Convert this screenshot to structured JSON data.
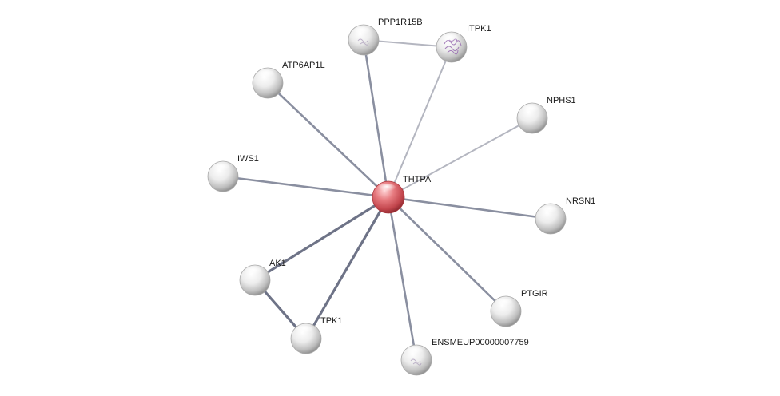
{
  "network": {
    "center_node": "THTPA",
    "nodes": [
      {
        "id": "THTPA",
        "label": "THTPA",
        "kind": "query"
      },
      {
        "id": "PPP1R15B",
        "label": "PPP1R15B",
        "kind": "partner",
        "texture": "faint-structure"
      },
      {
        "id": "ITPK1",
        "label": "ITPK1",
        "kind": "partner",
        "texture": "protein-structure"
      },
      {
        "id": "ATP6AP1L",
        "label": "ATP6AP1L",
        "kind": "partner"
      },
      {
        "id": "NPHS1",
        "label": "NPHS1",
        "kind": "partner"
      },
      {
        "id": "IWS1",
        "label": "IWS1",
        "kind": "partner"
      },
      {
        "id": "NRSN1",
        "label": "NRSN1",
        "kind": "partner"
      },
      {
        "id": "AK1",
        "label": "AK1",
        "kind": "partner"
      },
      {
        "id": "PTGIR",
        "label": "PTGIR",
        "kind": "partner"
      },
      {
        "id": "TPK1",
        "label": "TPK1",
        "kind": "partner"
      },
      {
        "id": "ENSMEUP00000007759",
        "label": "ENSMEUP00000007759",
        "kind": "partner",
        "texture": "faint-structure"
      }
    ],
    "edges": [
      {
        "source": "THTPA",
        "target": "PPP1R15B",
        "strength": "medium"
      },
      {
        "source": "THTPA",
        "target": "ITPK1",
        "strength": "weak"
      },
      {
        "source": "THTPA",
        "target": "ATP6AP1L",
        "strength": "medium"
      },
      {
        "source": "THTPA",
        "target": "NPHS1",
        "strength": "weak"
      },
      {
        "source": "THTPA",
        "target": "IWS1",
        "strength": "medium"
      },
      {
        "source": "THTPA",
        "target": "NRSN1",
        "strength": "medium"
      },
      {
        "source": "THTPA",
        "target": "AK1",
        "strength": "strong"
      },
      {
        "source": "THTPA",
        "target": "PTGIR",
        "strength": "medium"
      },
      {
        "source": "THTPA",
        "target": "TPK1",
        "strength": "strong"
      },
      {
        "source": "THTPA",
        "target": "ENSMEUP00000007759",
        "strength": "medium"
      },
      {
        "source": "PPP1R15B",
        "target": "ITPK1",
        "strength": "weak"
      },
      {
        "source": "AK1",
        "target": "TPK1",
        "strength": "strong"
      }
    ],
    "colors": {
      "query_node": "#d9545c",
      "partner_node": "#d8d8d8",
      "edge_strong": "#6e7387",
      "edge_medium": "#8a8fa0",
      "edge_weak": "#b4b6c0",
      "label": "#1a1a1a"
    }
  }
}
